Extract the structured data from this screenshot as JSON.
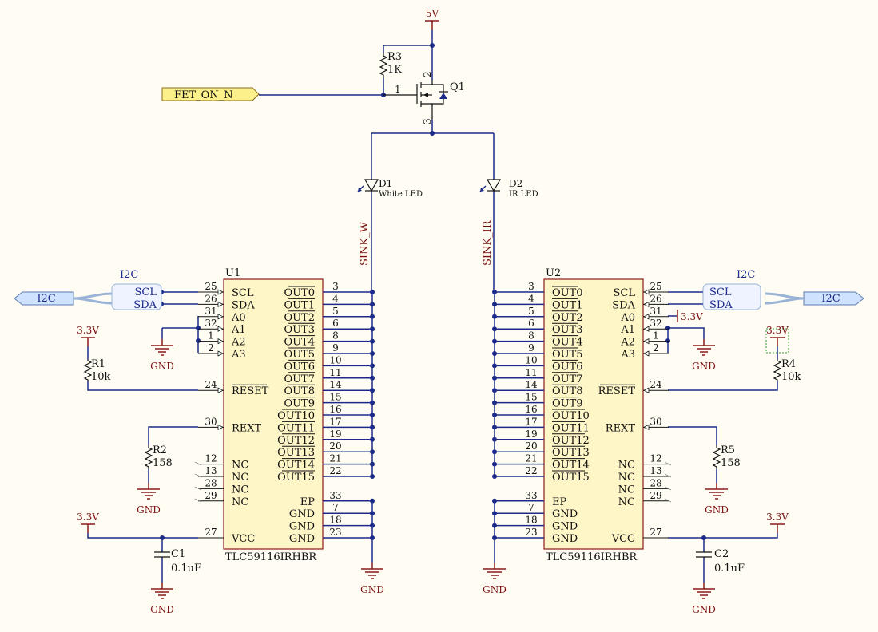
{
  "power": {
    "top": "5V",
    "v33_r1": "3.3V",
    "v33_c1": "3.3V",
    "v33_c2": "3.3V",
    "v33_r4": "3.3V",
    "v33_u2a0": "3.3V"
  },
  "gnd_label": "GND",
  "net_labels": {
    "fet": "FET_ON_N",
    "sink_w": "SINK_W",
    "sink_ir": "SINK_IR"
  },
  "ports": {
    "i2c_left": "I2C",
    "i2c_right": "I2C",
    "i2c_left_title": "I2C",
    "i2c_right_title": "I2C",
    "scl": "SCL",
    "sda": "SDA"
  },
  "components": {
    "r1": {
      "ref": "R1",
      "value": "10k"
    },
    "r2": {
      "ref": "R2",
      "value": "158"
    },
    "r3": {
      "ref": "R3",
      "value": "1K"
    },
    "r4": {
      "ref": "R4",
      "value": "10k"
    },
    "r5": {
      "ref": "R5",
      "value": "158"
    },
    "c1": {
      "ref": "C1",
      "value": "0.1uF"
    },
    "c2": {
      "ref": "C2",
      "value": "0.1uF"
    },
    "q1": {
      "ref": "Q1",
      "pins": [
        "1",
        "2",
        "3"
      ]
    },
    "d1": {
      "ref": "D1",
      "value": "White LED"
    },
    "d2": {
      "ref": "D2",
      "value": "IR LED"
    },
    "u1": {
      "ref": "U1",
      "part": "TLC59116IRHBR"
    },
    "u2": {
      "ref": "U2",
      "part": "TLC59116IRHBR"
    }
  },
  "ic": {
    "left_pins": [
      {
        "name": "SCL",
        "num": "25"
      },
      {
        "name": "SDA",
        "num": "26"
      },
      {
        "name": "A0",
        "num": "31"
      },
      {
        "name": "A1",
        "num": "32"
      },
      {
        "name": "A2",
        "num": "1"
      },
      {
        "name": "A3",
        "num": "2"
      },
      {
        "name": "RESET",
        "num": "24"
      },
      {
        "name": "REXT",
        "num": "30"
      },
      {
        "name": "NC",
        "num": "12"
      },
      {
        "name": "NC",
        "num": "13"
      },
      {
        "name": "NC",
        "num": "28"
      },
      {
        "name": "NC",
        "num": "29"
      },
      {
        "name": "VCC",
        "num": "27"
      }
    ],
    "out_pins": [
      {
        "name": "OUT0",
        "num": "3"
      },
      {
        "name": "OUT1",
        "num": "4"
      },
      {
        "name": "OUT2",
        "num": "5"
      },
      {
        "name": "OUT3",
        "num": "6"
      },
      {
        "name": "OUT4",
        "num": "8"
      },
      {
        "name": "OUT5",
        "num": "9"
      },
      {
        "name": "OUT6",
        "num": "10"
      },
      {
        "name": "OUT7",
        "num": "11"
      },
      {
        "name": "OUT8",
        "num": "14"
      },
      {
        "name": "OUT9",
        "num": "15"
      },
      {
        "name": "OUT10",
        "num": "16"
      },
      {
        "name": "OUT11",
        "num": "17"
      },
      {
        "name": "OUT12",
        "num": "19"
      },
      {
        "name": "OUT13",
        "num": "20"
      },
      {
        "name": "OUT14",
        "num": "21"
      },
      {
        "name": "OUT15",
        "num": "22"
      }
    ],
    "gnd_pins": [
      {
        "name": "EP",
        "num": "33"
      },
      {
        "name": "GND",
        "num": "7"
      },
      {
        "name": "GND",
        "num": "18"
      },
      {
        "name": "GND",
        "num": "23"
      }
    ]
  }
}
